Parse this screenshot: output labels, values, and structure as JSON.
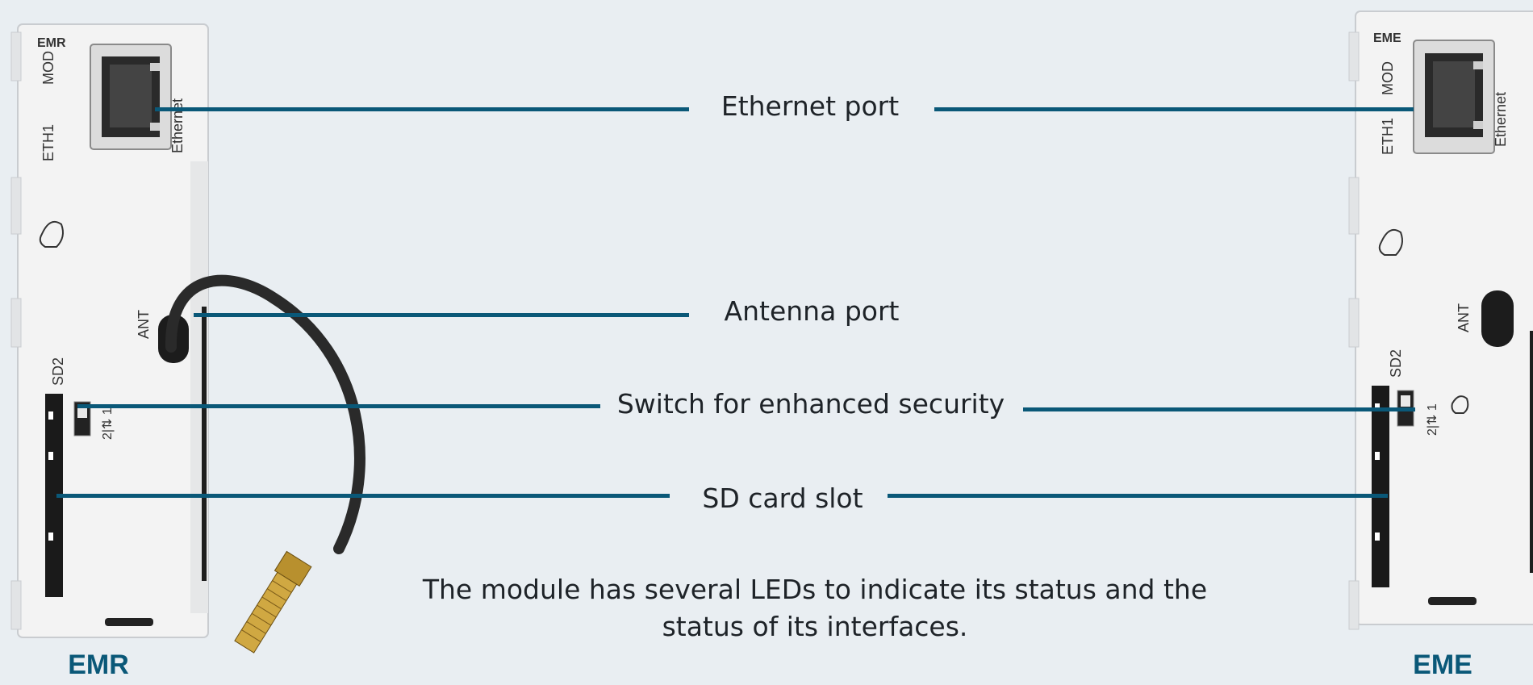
{
  "labels": {
    "ethernet": "Ethernet port",
    "antenna": "Antenna port",
    "switch": "Switch for enhanced security",
    "sd": "SD card slot"
  },
  "caption": "The module has several LEDs to indicate its status and the status of its interfaces.",
  "devices": {
    "left": {
      "name": "EMR",
      "module_label": "EMR",
      "eth1_label": "ETH1",
      "mod_label": "MOD",
      "ethernet_label": "Ethernet",
      "ant_label": "ANT",
      "sd2_label": "SD2",
      "switch_label": "2|⇅ 1"
    },
    "right": {
      "name": "EME",
      "module_label": "EME",
      "eth1_label": "ETH1",
      "mod_label": "MOD",
      "ethernet_label": "Ethernet",
      "ant_label": "ANT",
      "sd2_label": "SD2",
      "switch_label": "2|⇅ 1"
    }
  },
  "colors": {
    "accent": "#0a5878",
    "background": "#e9eef2",
    "module_body": "#f3f3f3",
    "text": "#1e2328"
  }
}
